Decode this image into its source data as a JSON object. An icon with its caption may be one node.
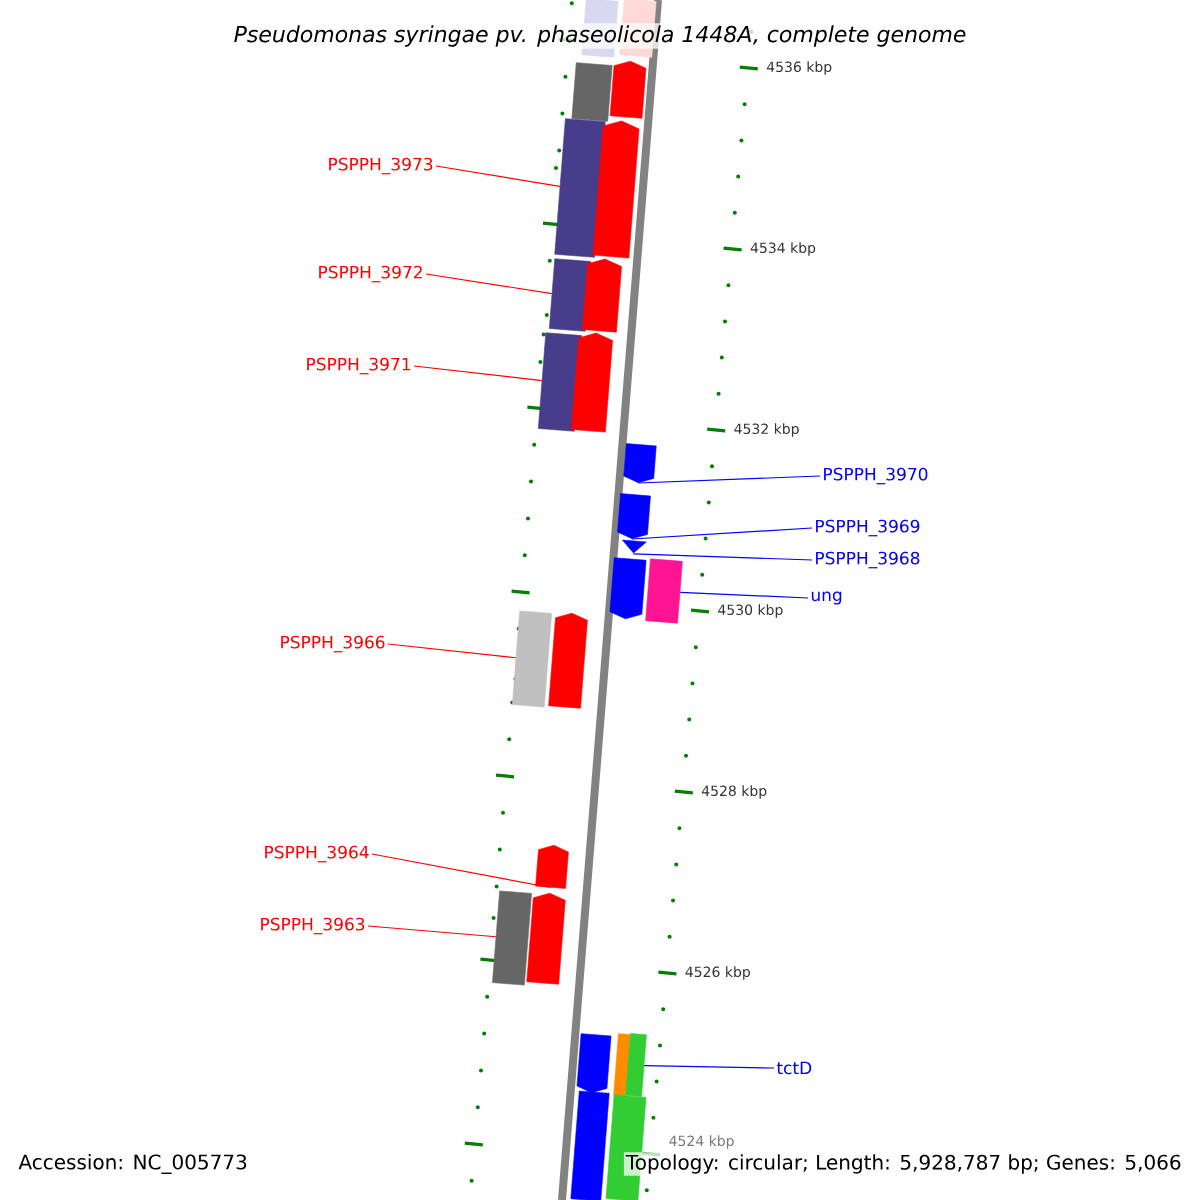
{
  "diagram": {
    "title": "Pseudomonas syringae pv. phaseolicola 1448A, complete genome",
    "nodes": [
      {
        "text": [],
        "shape": "bar"
      },
      {
        "text": [],
        "shape": "bar"
      },
      {
        "text": [],
        "shape": "bar"
      },
      {
        "text": [],
        "shape": "arrow"
      },
      {
        "text": [],
        "shape": "bar"
      },
      {
        "text": [],
        "shape": "arrow"
      },
      {
        "text": [],
        "shape": "bar"
      },
      {
        "text": [],
        "shape": "arrow"
      },
      {
        "text": [],
        "shape": "bar"
      },
      {
        "text": [],
        "shape": "arrow"
      },
      {
        "text": [],
        "shape": "arrow"
      },
      {
        "text": [],
        "shape": "arrow"
      },
      {
        "text": [],
        "shape": "triangle"
      },
      {
        "text": [],
        "shape": "arrow"
      },
      {
        "text": [],
        "shape": "bar"
      },
      {
        "text": [],
        "shape": "bar"
      },
      {
        "text": [],
        "shape": "arrow"
      },
      {
        "text": [],
        "shape": "arrow"
      },
      {
        "text": [],
        "shape": "bar"
      },
      {
        "text": [],
        "shape": "arrow"
      },
      {
        "text": [],
        "shape": "arrow"
      },
      {
        "text": [],
        "shape": "bar"
      },
      {
        "text": [],
        "shape": "bar"
      },
      {
        "text": [],
        "shape": "bar"
      },
      {
        "text": [],
        "shape": "bar"
      },
      {
        "text": [
          "PSPPH_3973"
        ]
      },
      {
        "text": [
          "PSPPH_3972"
        ]
      },
      {
        "text": [
          "PSPPH_3971"
        ]
      },
      {
        "text": [
          "PSPPH_3970"
        ]
      },
      {
        "text": [
          "PSPPH_3969"
        ]
      },
      {
        "text": [
          "PSPPH_3968"
        ]
      },
      {
        "text": [
          "ung"
        ]
      },
      {
        "text": [
          "PSPPH_3966"
        ]
      },
      {
        "text": [
          "PSPPH_3964"
        ]
      },
      {
        "text": [
          "PSPPH_3963"
        ]
      },
      {
        "text": [
          "tctD"
        ]
      }
    ],
    "edges": [
      {
        "from": 25,
        "to": 4,
        "arrow": "none"
      },
      {
        "from": 26,
        "to": 6,
        "arrow": "none"
      },
      {
        "from": 27,
        "to": 8,
        "arrow": "none"
      },
      {
        "from": 28,
        "to": 10,
        "arrow": "none",
        "color": "#0000ff"
      },
      {
        "from": 29,
        "to": 11,
        "arrow": "none",
        "color": "#0000ff"
      },
      {
        "from": 30,
        "to": 12,
        "arrow": "none",
        "color": "#0000ff"
      },
      {
        "from": 31,
        "to": 14,
        "arrow": "none",
        "color": "#0000ff"
      },
      {
        "from": 32,
        "to": 15,
        "arrow": "none"
      },
      {
        "from": 33,
        "to": 17,
        "arrow": "none"
      },
      {
        "from": 34,
        "to": 18,
        "arrow": "none"
      },
      {
        "from": 35,
        "to": 22,
        "arrow": "none",
        "color": "#0000ff"
      }
    ],
    "labels": [
      "4536 kbp",
      "4534 kbp",
      "4532 kbp",
      "4530 kbp",
      "4528 kbp",
      "4526 kbp",
      "4524 kbp",
      "Accession: NC_005773",
      "Topology: circular; Length: 5,928,787 bp; Genes: 5,066"
    ]
  }
}
